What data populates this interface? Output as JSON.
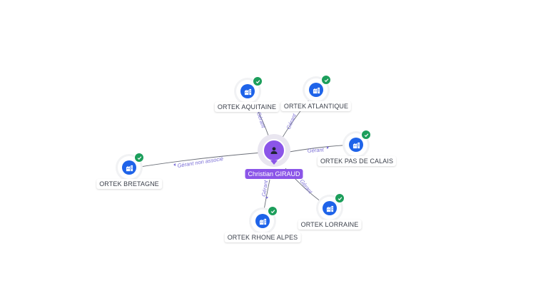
{
  "center": {
    "name": "Christian GIRAUD",
    "icon": "person-icon",
    "color": "#8b55e8"
  },
  "companies": [
    {
      "id": "aquitaine",
      "name": "ORTEK AQUITAINE",
      "relation": "Gérant",
      "verified": true
    },
    {
      "id": "atlantique",
      "name": "ORTEK ATLANTIQUE",
      "relation": "Gérant",
      "verified": true
    },
    {
      "id": "pas-de-calais",
      "name": "ORTEK PAS DE CALAIS",
      "relation": "Gérant",
      "verified": true
    },
    {
      "id": "bretagne",
      "name": "ORTEK BRETAGNE",
      "relation": "Gérant non associé",
      "verified": true
    },
    {
      "id": "rhone-alpes",
      "name": "ORTEK RHONE ALPES",
      "relation": "Gérant",
      "verified": true
    },
    {
      "id": "lorraine",
      "name": "ORTEK LORRAINE",
      "relation": "Gérant",
      "verified": true
    }
  ],
  "colors": {
    "company": "#1e63e9",
    "verified": "#1c9e5b",
    "edge": "#6b6f78",
    "edge_label": "#7b6fd6"
  },
  "icons": {
    "company": "building-icon",
    "verified": "check-icon"
  }
}
